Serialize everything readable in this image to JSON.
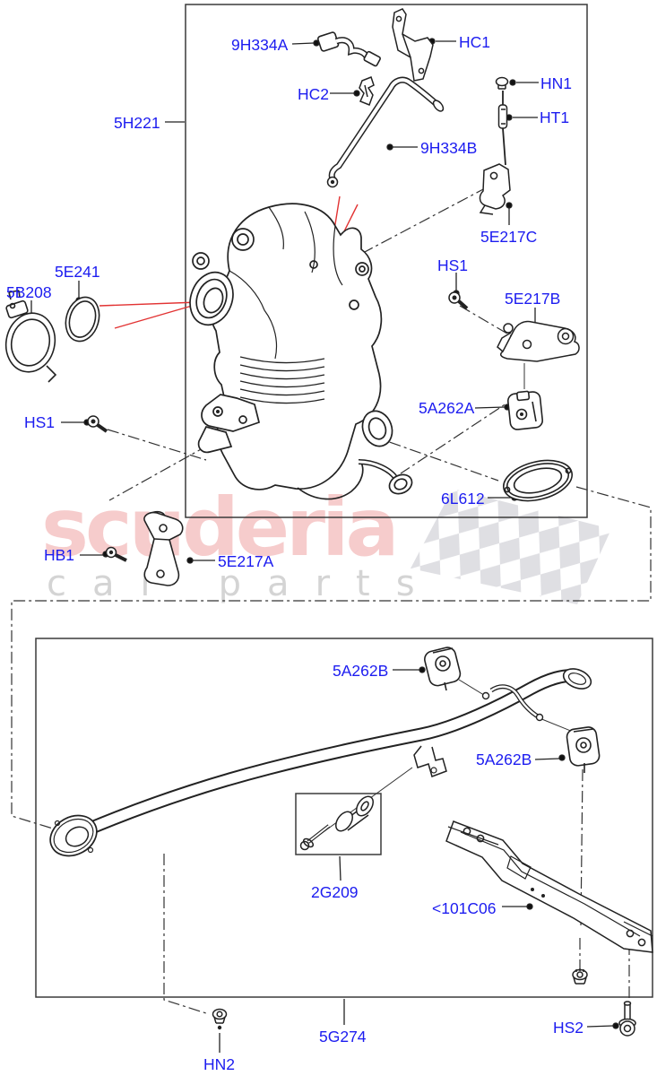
{
  "watermark": {
    "brand": "scuderia",
    "tagline": "car parts"
  },
  "colors": {
    "label_blue": "#1c1cf0",
    "line_black": "#222222",
    "leader_red": "#e23333",
    "flag_gray": "#d9d9de",
    "watermark_pink": "rgba(228,110,110,0.35)",
    "watermark_gray": "rgba(160,160,160,0.45)"
  },
  "labels": {
    "l9H334A": "9H334A",
    "lHC1": "HC1",
    "lHC2": "HC2",
    "l9H334B": "9H334B",
    "lHN1": "HN1",
    "lHT1": "HT1",
    "l5E217C": "5E217C",
    "lHS1top": "HS1",
    "l5E217B": "5E217B",
    "l5A262A": "5A262A",
    "l5H221": "5H221",
    "l5E241": "5E241",
    "l5B208": "5B208",
    "lHS1left": "HS1",
    "lHB1": "HB1",
    "l5E217A": "5E217A",
    "l6L612": "6L612",
    "l5A262B1": "5A262B",
    "l5A262B2": "5A262B",
    "l2G209": "2G209",
    "l101C06": "<101C06",
    "l5G274": "5G274",
    "lHN2": "HN2",
    "lHS2": "HS2"
  }
}
